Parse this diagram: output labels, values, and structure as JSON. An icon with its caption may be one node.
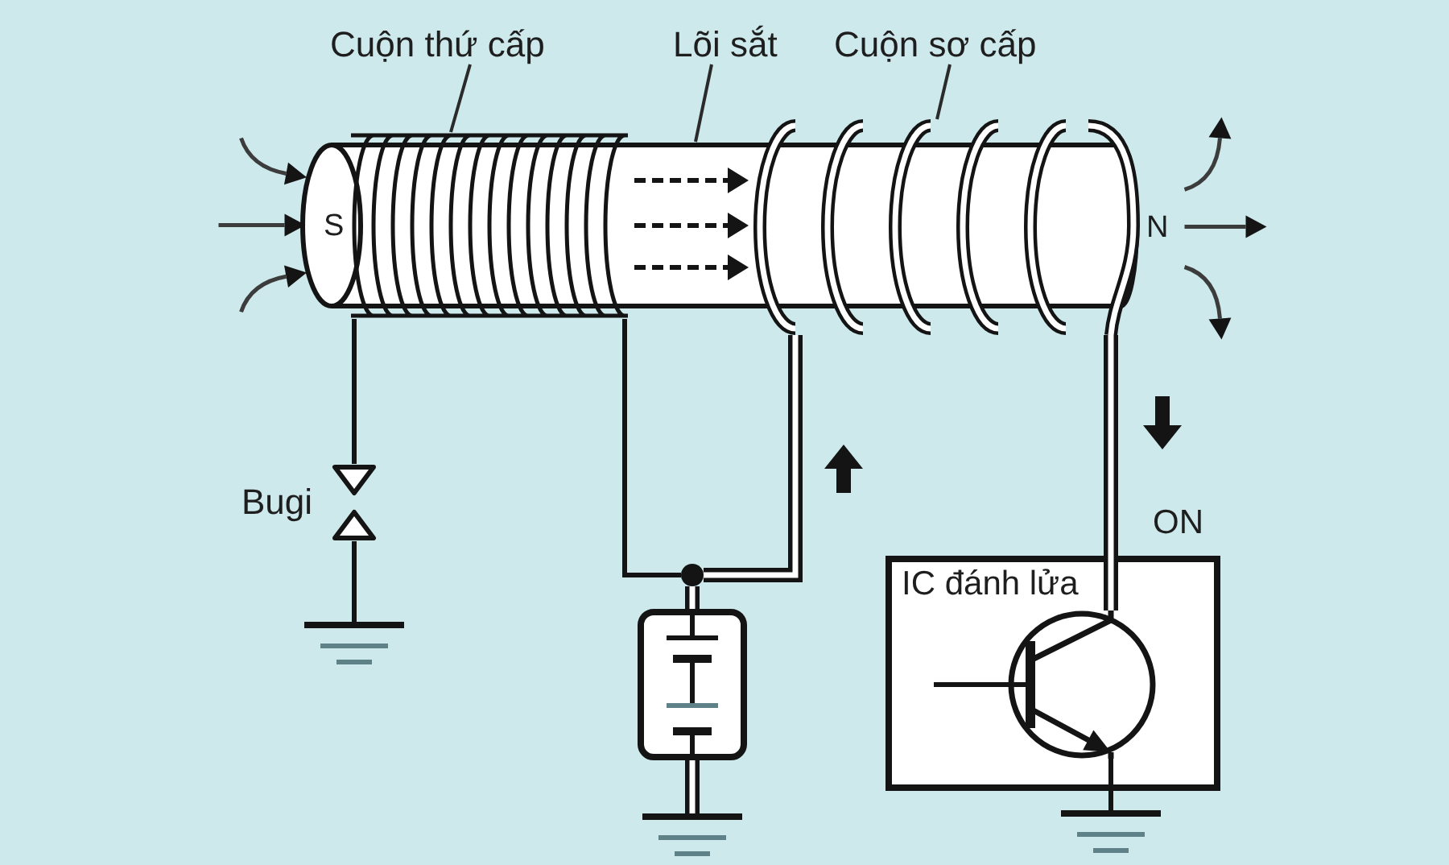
{
  "diagram": {
    "nodes": [
      {
        "text": [
          "Cuộn thứ cấp"
        ]
      },
      {
        "text": [
          "Lõi sắt"
        ]
      },
      {
        "text": [
          "Cuộn sơ cấp"
        ]
      },
      {
        "text": [],
        "shape": "coil"
      },
      {
        "text": [],
        "shape": "cylinder"
      },
      {
        "text": [],
        "shape": "coil"
      },
      {
        "text": [],
        "shape": "sparkplug",
        "beside": [
          "Bugi"
        ]
      },
      {
        "text": [],
        "shape": "ground"
      },
      {
        "text": [],
        "shape": "dot"
      },
      {
        "text": [],
        "shape": "battery"
      },
      {
        "text": [],
        "shape": "ground"
      },
      {
        "text": [
          "IC đánh lửa"
        ]
      },
      {
        "text": [],
        "shape": "transistor",
        "in": 11
      },
      {
        "text": [],
        "shape": "ground"
      }
    ],
    "edges": [
      {
        "from": 0,
        "to": 3,
        "arrow": "none"
      },
      {
        "from": 1,
        "to": 4,
        "arrow": "none"
      },
      {
        "from": 2,
        "to": 5,
        "arrow": "none"
      },
      {
        "from": 3,
        "to": 6,
        "arrow": "none"
      },
      {
        "from": 6,
        "to": 7,
        "arrow": "none"
      },
      {
        "from": 3,
        "to": 8,
        "arrow": "none"
      },
      {
        "from": 5,
        "to": 8,
        "arrow": "none",
        "style": "thick"
      },
      {
        "from": 8,
        "to": 9,
        "arrow": "none",
        "style": "thick"
      },
      {
        "from": 9,
        "to": 10,
        "arrow": "none",
        "style": "thick"
      },
      {
        "from": 5,
        "to": 12,
        "arrow": "none",
        "style": "thick"
      },
      {
        "from": 12,
        "to": 13,
        "arrow": "none"
      }
    ],
    "labels": [
      "S",
      "N",
      "ON"
    ]
  }
}
